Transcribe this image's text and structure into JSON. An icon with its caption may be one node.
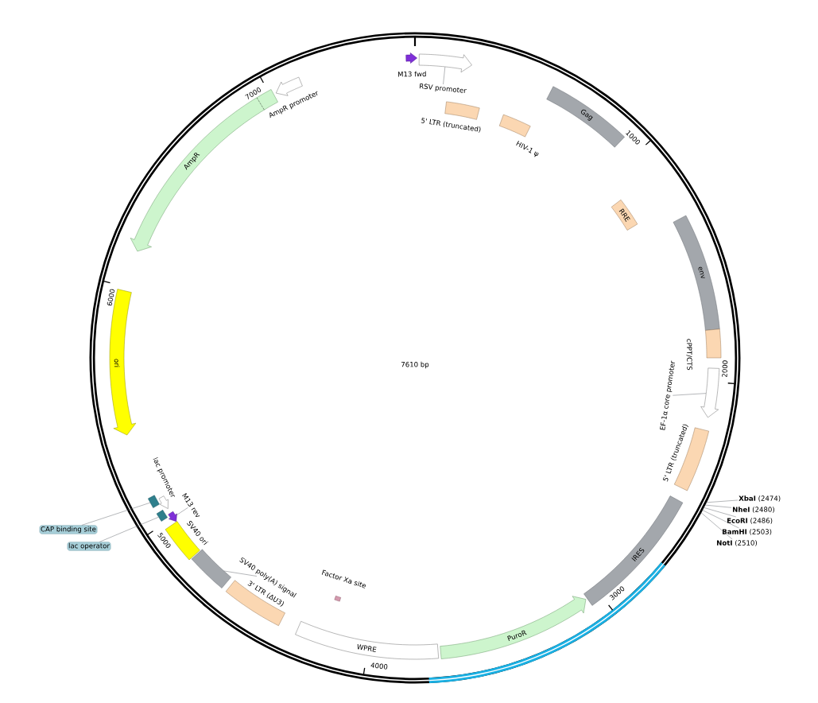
{
  "diagram": {
    "nodes": [
      {
        "text": [
          "M13 fwd"
        ]
      },
      {
        "text": [],
        "shape": "arrow"
      },
      {
        "text": [
          "RSV promoter"
        ]
      },
      {
        "text": [
          "5' LTR (truncated)"
        ]
      },
      {
        "text": [
          "HIV-1 ψ"
        ]
      },
      {
        "text": [
          "Gag"
        ]
      },
      {
        "text": [
          "RRE"
        ]
      },
      {
        "text": [
          "env"
        ]
      },
      {
        "text": [
          "cPPT/CTS"
        ]
      },
      {
        "text": [],
        "shape": "arrow"
      },
      {
        "text": [
          "EF-1α core promoter"
        ]
      },
      {
        "text": [
          "5' LTR (truncated)"
        ]
      },
      {
        "text": [
          "**XbaI** (2474)"
        ]
      },
      {
        "text": [
          "**NheI** (2480)"
        ]
      },
      {
        "text": [
          "**EcoRI** (2486)"
        ]
      },
      {
        "text": [
          "**BamHI** (2503)"
        ]
      },
      {
        "text": [
          "**NotI** (2510)"
        ]
      },
      {
        "text": [
          "IRES"
        ]
      },
      {
        "text": [
          "PuroR"
        ]
      },
      {
        "text": [
          "WPRE"
        ]
      },
      {
        "text": [
          "Factor Xa site"
        ]
      },
      {
        "text": [
          "3' LTR (ΔU3)"
        ]
      },
      {
        "text": [],
        "shape": "box"
      },
      {
        "text": [
          "SV40 poly(A) signal"
        ]
      },
      {
        "text": [
          "SV40 ori"
        ]
      },
      {
        "text": [],
        "shape": "arrow"
      },
      {
        "text": [
          "M13 rev"
        ]
      },
      {
        "text": [
          "lac promoter"
        ]
      },
      {
        "text": [],
        "shape": "box"
      },
      {
        "text": [
          "CAP binding site"
        ]
      },
      {
        "text": [],
        "shape": "box"
      },
      {
        "text": [
          "lac operator"
        ]
      },
      {
        "text": [
          "ori"
        ]
      },
      {
        "text": [
          "AmpR"
        ]
      },
      {
        "text": [
          "AmpR promoter"
        ]
      }
    ],
    "edges": [
      {
        "from": 2,
        "to": 1,
        "arrow": "none"
      },
      {
        "from": 10,
        "to": 9,
        "arrow": "none"
      },
      {
        "from": 12,
        "to": null,
        "arrow": "none"
      },
      {
        "from": 13,
        "to": null,
        "arrow": "none"
      },
      {
        "from": 14,
        "to": null,
        "arrow": "none"
      },
      {
        "from": 15,
        "to": null,
        "arrow": "none"
      },
      {
        "from": 16,
        "to": null,
        "arrow": "none"
      },
      {
        "from": 23,
        "to": 22,
        "arrow": "none"
      },
      {
        "from": 26,
        "to": 25,
        "arrow": "none"
      },
      {
        "from": 29,
        "to": 28,
        "arrow": "none"
      },
      {
        "from": 31,
        "to": 30,
        "arrow": "none"
      }
    ],
    "labels": [
      "7610 bp",
      "1000",
      "2000",
      "3000",
      "4000",
      "5000",
      "6000",
      "7000"
    ]
  }
}
